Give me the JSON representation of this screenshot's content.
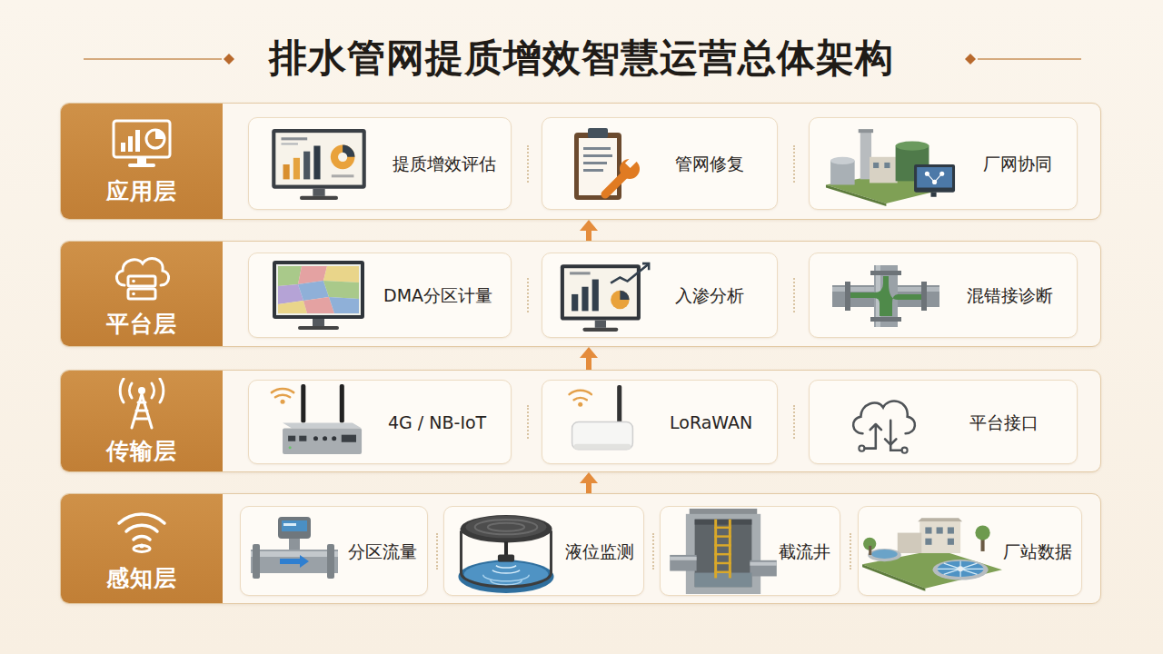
{
  "diagram": {
    "title": "排水管网提质增效智慧运营总体架构",
    "nodes": [
      {
        "text": [
          "应用层"
        ]
      },
      {
        "text": [
          "提质增效评估"
        ],
        "in": 0
      },
      {
        "text": [
          "管网修复"
        ],
        "in": 0
      },
      {
        "text": [
          "厂网协同"
        ],
        "in": 0
      },
      {
        "text": [
          "平台层"
        ]
      },
      {
        "text": [
          "DMA分区计量"
        ],
        "in": 4
      },
      {
        "text": [
          "入渗分析"
        ],
        "in": 4
      },
      {
        "text": [
          "混错接诊断"
        ],
        "in": 4
      },
      {
        "text": [
          "传输层"
        ]
      },
      {
        "text": [
          "4G / NB-IoT"
        ],
        "in": 8
      },
      {
        "text": [
          "LoRaWAN"
        ],
        "in": 8
      },
      {
        "text": [
          "平台接口"
        ],
        "in": 8
      },
      {
        "text": [
          "感知层"
        ]
      },
      {
        "text": [
          "分区流量"
        ],
        "in": 12
      },
      {
        "text": [
          "液位监测"
        ],
        "in": 12
      },
      {
        "text": [
          "截流井"
        ],
        "in": 12
      },
      {
        "text": [
          "厂站数据"
        ],
        "in": 12
      }
    ],
    "edges": [
      {
        "from": 12,
        "to": 8,
        "arrow": "to"
      },
      {
        "from": 8,
        "to": 4,
        "arrow": "to"
      },
      {
        "from": 4,
        "to": 0,
        "arrow": "to"
      }
    ]
  }
}
